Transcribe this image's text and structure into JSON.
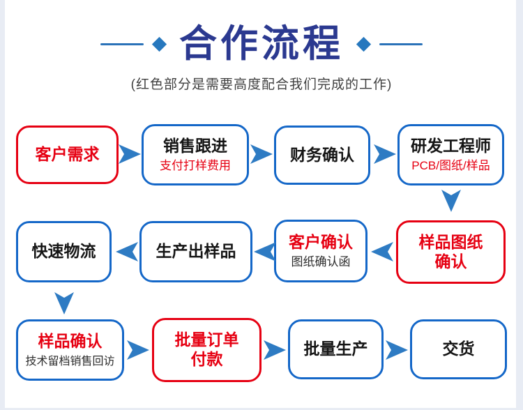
{
  "page": {
    "title": "合作流程",
    "subtitle": "(红色部分是需要高度配合我们完成的工作)"
  },
  "colors": {
    "title_blue": "#2b3990",
    "accent_blue": "#2778be",
    "node_border_blue": "#1467c8",
    "node_border_red": "#e60012",
    "red_text": "#e60012",
    "arrow_blue": "#2e7bc3",
    "page_edge": "#e8ecf4"
  },
  "icons": {
    "diamond": "◆",
    "arrow_right": "▶",
    "arrow_left": "◀",
    "arrow_down": "▼"
  },
  "flow": {
    "nodes": [
      {
        "title": "客户需求",
        "subtitle": ""
      },
      {
        "title": "销售跟进",
        "subtitle": "支付打样费用"
      },
      {
        "title": "财务确认",
        "subtitle": ""
      },
      {
        "title": "研发工程师",
        "subtitle": "PCB/图纸/样品"
      },
      {
        "title": "样品图纸\n确认",
        "subtitle": ""
      },
      {
        "title": "客户确认",
        "subtitle": "图纸确认函"
      },
      {
        "title": "生产出样品",
        "subtitle": ""
      },
      {
        "title": "快速物流",
        "subtitle": ""
      },
      {
        "title": "样品确认",
        "subtitle": "技术留档销售回访"
      },
      {
        "title": "批量订单\n付款",
        "subtitle": ""
      },
      {
        "title": "批量生产",
        "subtitle": ""
      },
      {
        "title": "交货",
        "subtitle": ""
      }
    ]
  }
}
